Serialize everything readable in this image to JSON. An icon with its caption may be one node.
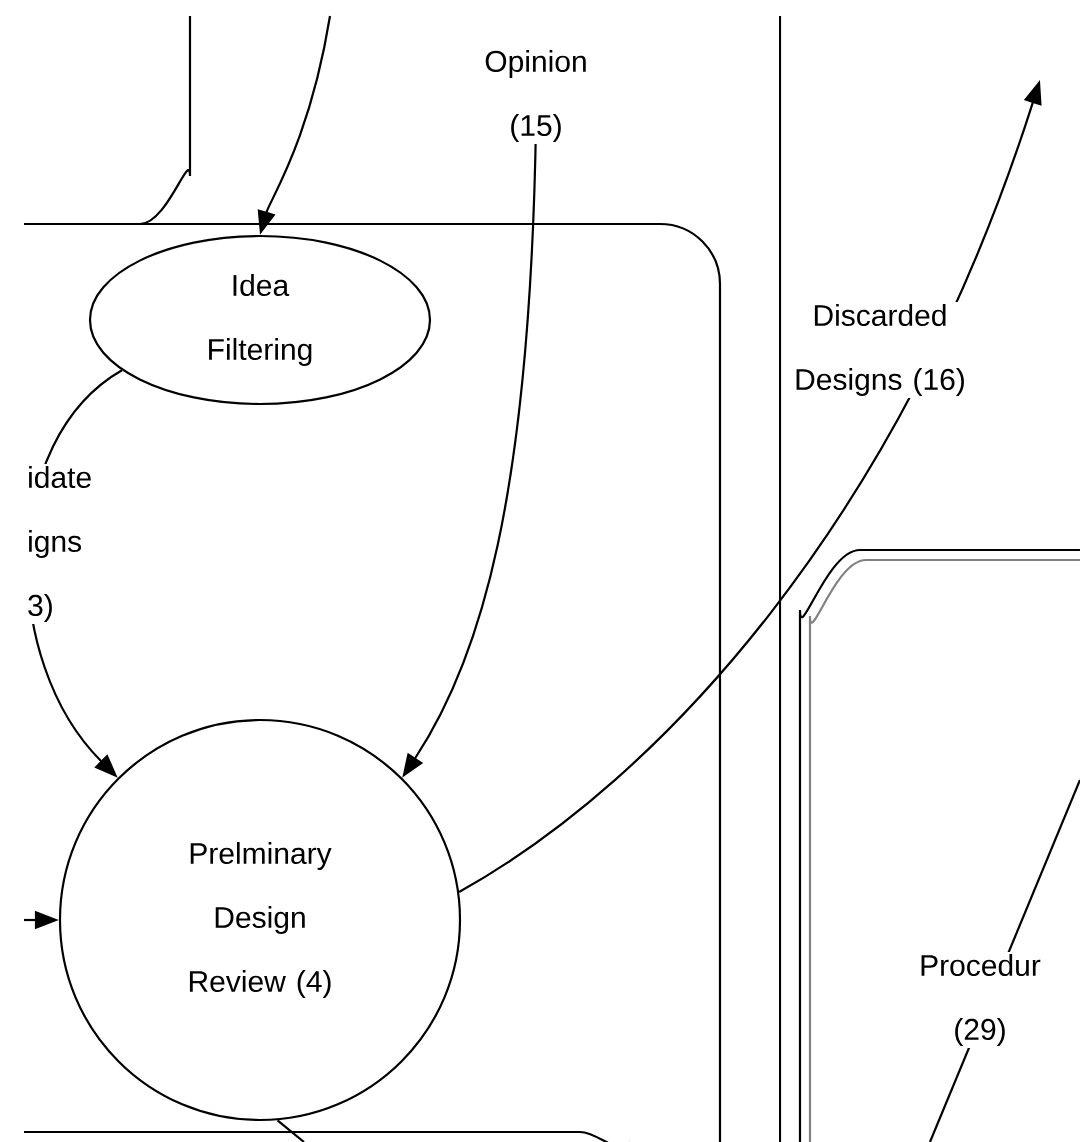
{
  "diagram": {
    "nodes": [
      {
        "text": [
          "Idea Filtering"
        ]
      },
      {
        "text": [
          "Prelminary Design Review (4)"
        ]
      }
    ],
    "edges": [
      {
        "from": null,
        "to": 0,
        "arrow": "to"
      },
      {
        "from": 0,
        "to": 1,
        "arrow": "to",
        "label": "idate igns 3)"
      },
      {
        "from": null,
        "to": 1,
        "arrow": "to",
        "label": "Opinion (15)"
      },
      {
        "from": 1,
        "to": null,
        "arrow": "to",
        "label": "Discarded Designs (16)"
      },
      {
        "from": null,
        "to": 1,
        "arrow": "to"
      },
      {
        "from": 1,
        "to": null,
        "arrow": "none"
      }
    ],
    "labels": [
      "Procedur (29)"
    ]
  }
}
